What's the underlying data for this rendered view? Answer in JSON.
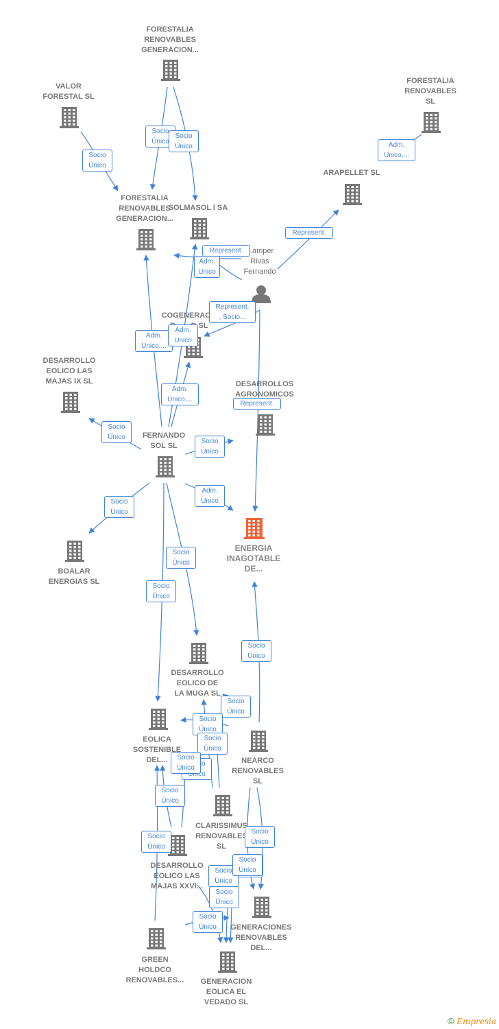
{
  "colors": {
    "edge": "#3f83d8",
    "company": "#777777",
    "focus": "#f0643a",
    "person": "#777777"
  },
  "nodes": [
    {
      "id": "n_frg1",
      "label": "FORESTALIA\nRENOVABLES\nGENERACION...",
      "kind": "company"
    },
    {
      "id": "n_valor",
      "label": "VALOR\nFORESTAL SL",
      "kind": "company"
    },
    {
      "id": "n_frsl",
      "label": "FORESTALIA\nRENOVABLES\nSL",
      "kind": "company"
    },
    {
      "id": "n_arap",
      "label": "ARAPELLET  SL",
      "kind": "company"
    },
    {
      "id": "n_frg2",
      "label": "FORESTALIA\nRENOVABLES\nGENERACION...",
      "kind": "company"
    },
    {
      "id": "n_solm",
      "label": "SOLMASOL I SA",
      "kind": "company"
    },
    {
      "id": "n_person",
      "label": "...amper\nRivas\nFernando",
      "kind": "person"
    },
    {
      "id": "n_cog",
      "label": "COGENERAC...\nD... ...O  SL",
      "kind": "company"
    },
    {
      "id": "n_dlm9",
      "label": "DESARROLLO\nEOLICO LAS\nMAJAS IX  SL",
      "kind": "company"
    },
    {
      "id": "n_dagr",
      "label": "DESARROLLOS\nAGRONOMICOS\n...ES...",
      "kind": "company"
    },
    {
      "id": "n_fsol",
      "label": "FERNANDO\nSOL SL",
      "kind": "company"
    },
    {
      "id": "n_energia",
      "label": "ENERGIA\nINAGOTABLE\nDE...",
      "kind": "focus"
    },
    {
      "id": "n_boalar",
      "label": "BOALAR\nENERGIAS  SL",
      "kind": "company"
    },
    {
      "id": "n_muga",
      "label": "DESARROLLO\nEOLICO DE\nLA MUGA SL",
      "kind": "company"
    },
    {
      "id": "n_eolica",
      "label": "EOLICA\nSOSTENIBLE\nDEL...",
      "kind": "company"
    },
    {
      "id": "n_nearco",
      "label": "NEARCO\nRENOVABLES\nSL",
      "kind": "company"
    },
    {
      "id": "n_clar",
      "label": "CLARISSIMUS\nRENOVABLES\nSL",
      "kind": "company"
    },
    {
      "id": "n_dlmx",
      "label": "DESARROLLO\nEOLICO LAS\nMAJAS XXVI...",
      "kind": "company"
    },
    {
      "id": "n_gendel",
      "label": "GENERACIONES\nRENOVABLES\nDEL...",
      "kind": "company"
    },
    {
      "id": "n_green",
      "label": "GREEN\nHOLDCO\nRENOVABLES...",
      "kind": "company"
    },
    {
      "id": "n_vedado",
      "label": "GENERACION\nEOLICA EL\nVEDADO SL",
      "kind": "company"
    }
  ],
  "edges": [
    {
      "label": "Socio\nÚnico"
    },
    {
      "label": "Socio\nÚnico"
    },
    {
      "label": "Socio\nÚnico"
    },
    {
      "label": "Adm.\nUnico,..."
    },
    {
      "label": "Represent."
    },
    {
      "label": "Represent."
    },
    {
      "label": "Adm.\nUnico"
    },
    {
      "label": "Represent.\n, Socio..."
    },
    {
      "label": "Adm.\nUnico,..."
    },
    {
      "label": "Adm.\nUnico"
    },
    {
      "label": "Adm.\nUnico,..."
    },
    {
      "label": "Represent."
    },
    {
      "label": "Socio\nÚnico"
    },
    {
      "label": "Socio\nÚnico"
    },
    {
      "label": "Adm.\nUnico"
    },
    {
      "label": "Socio\nÚnico"
    },
    {
      "label": "Socio\nÚnico"
    },
    {
      "label": "Socio\nÚnico"
    },
    {
      "label": "Socio\nÚnico"
    },
    {
      "label": "Socio\nÚnico"
    },
    {
      "label": "Socio\nÚnico"
    },
    {
      "label": "Socio\nÚnico"
    },
    {
      "label": "Socio\nÚnico"
    },
    {
      "label": "Socio\nÚnico"
    },
    {
      "label": "Socio\nÚnico"
    },
    {
      "label": "Socio\nÚnico"
    },
    {
      "label": "Socio\nÚnico"
    },
    {
      "label": "Socio\nÚnico"
    },
    {
      "label": "Socio\nÚnico"
    },
    {
      "label": "Socio\nÚnico"
    },
    {
      "label": "Socio\nÚnico"
    },
    {
      "label": "Socio\nÚnico"
    }
  ],
  "footer": {
    "copyright": "©",
    "brand": "Empresia"
  }
}
